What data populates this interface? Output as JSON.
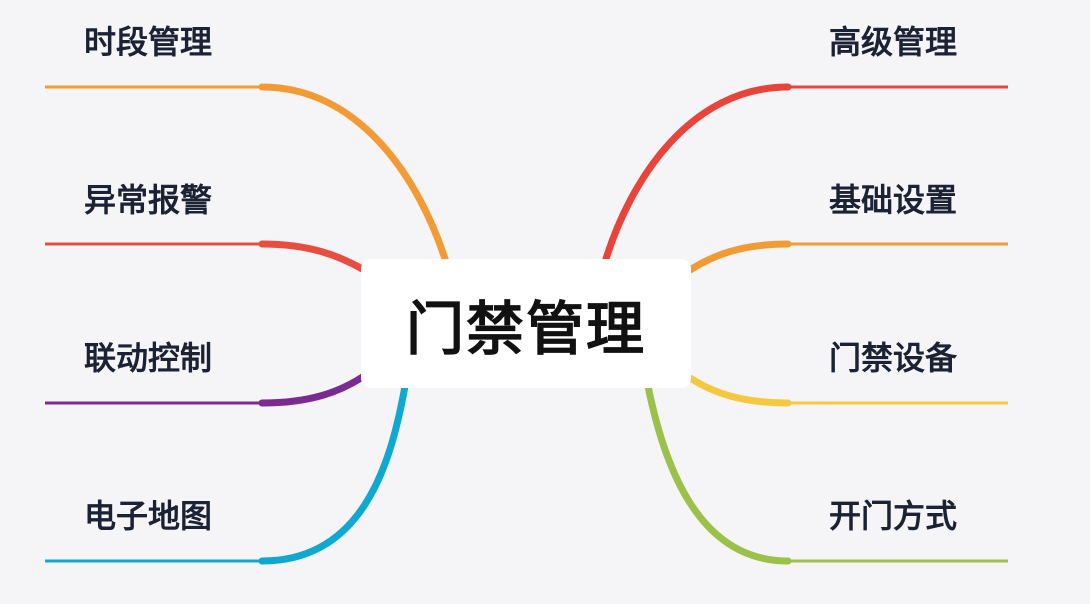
{
  "center": {
    "label": "门禁管理"
  },
  "left_branches": [
    {
      "label": "时段管理",
      "color": "#f29b35"
    },
    {
      "label": "异常报警",
      "color": "#e84e3f"
    },
    {
      "label": "联动控制",
      "color": "#7b2a90"
    },
    {
      "label": "电子地图",
      "color": "#0fa8d0"
    }
  ],
  "right_branches": [
    {
      "label": "高级管理",
      "color": "#e8443a"
    },
    {
      "label": "基础设置",
      "color": "#f29b35"
    },
    {
      "label": "门禁设备",
      "color": "#f6c840"
    },
    {
      "label": "开门方式",
      "color": "#9cc14a"
    }
  ]
}
